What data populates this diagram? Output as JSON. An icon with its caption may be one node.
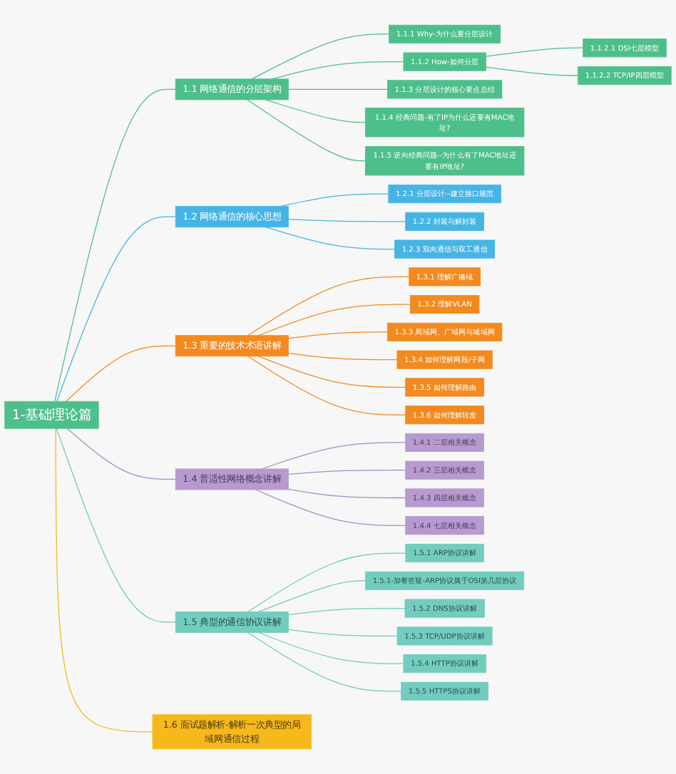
{
  "diagram": {
    "nodes": [
      {
        "text": [
          "1-基础理论篇"
        ]
      },
      {
        "text": [
          "1.1 网络通信的分层架构"
        ]
      },
      {
        "text": [
          "1.1.1 Why-为什么要分层设计"
        ]
      },
      {
        "text": [
          "1.1.2 How-如何分层"
        ]
      },
      {
        "text": [
          "1.1.2.1 OSI七层模型"
        ]
      },
      {
        "text": [
          "1.1.2.2 TCP/IP四层模型"
        ]
      },
      {
        "text": [
          "1.1.3 分层设计的核心要点总结"
        ]
      },
      {
        "text": [
          "1.1.4 经典问题-有了IP为什么还要有MAC地址?"
        ]
      },
      {
        "text": [
          "1.1.5 逆向经典问题--为什么有了MAC地址还要有IP地址?"
        ]
      },
      {
        "text": [
          "1.2 网络通信的核心思想"
        ]
      },
      {
        "text": [
          "1.2.1 分层设计--建立接口规范"
        ]
      },
      {
        "text": [
          "1.2.2 封装与解封装"
        ]
      },
      {
        "text": [
          "1.2.3 双向通信与双工通信"
        ]
      },
      {
        "text": [
          "1.3 重要的技术术语讲解"
        ]
      },
      {
        "text": [
          "1.3.1 理解广播域"
        ]
      },
      {
        "text": [
          "1.3.2 理解VLAN"
        ]
      },
      {
        "text": [
          "1.3.3 局域网、广域网与城域网"
        ]
      },
      {
        "text": [
          "1.3.4 如何理解网段/子网"
        ]
      },
      {
        "text": [
          "1.3.5 如何理解路由"
        ]
      },
      {
        "text": [
          "1.3.6 如何理解转发"
        ]
      },
      {
        "text": [
          "1.4 普适性网络概念讲解"
        ]
      },
      {
        "text": [
          "1.4.1 二层相关概念"
        ]
      },
      {
        "text": [
          "1.4.2 三层相关概念"
        ]
      },
      {
        "text": [
          "1.4.3 四层相关概念"
        ]
      },
      {
        "text": [
          "1.4.4 七层相关概念"
        ]
      },
      {
        "text": [
          "1.5 典型的通信协议讲解"
        ]
      },
      {
        "text": [
          "1.5.1 ARP协议讲解"
        ]
      },
      {
        "text": [
          "1.5.1-加餐答疑-ARP协议属于OSI第几层协议"
        ]
      },
      {
        "text": [
          "1.5.2 DNS协议讲解"
        ]
      },
      {
        "text": [
          "1.5.3 TCP/UDP协议讲解"
        ]
      },
      {
        "text": [
          "1.5.4 HTTP协议讲解"
        ]
      },
      {
        "text": [
          "1.5.5 HTTPS协议讲解"
        ]
      },
      {
        "text": [
          "1.6 面试题解析-解析一次典型的局域网通信过程"
        ]
      }
    ],
    "edges": [
      {
        "from": 0,
        "to": 1,
        "arrow": "none",
        "color": "#4dbf8b"
      },
      {
        "from": 1,
        "to": 2,
        "arrow": "none",
        "color": "#4dbf8b"
      },
      {
        "from": 1,
        "to": 3,
        "arrow": "none",
        "color": "#4dbf8b"
      },
      {
        "from": 3,
        "to": 4,
        "arrow": "none",
        "color": "#4dbf8b"
      },
      {
        "from": 3,
        "to": 5,
        "arrow": "none",
        "color": "#4dbf8b"
      },
      {
        "from": 1,
        "to": 6,
        "arrow": "none",
        "color": "#4dbf8b"
      },
      {
        "from": 1,
        "to": 7,
        "arrow": "none",
        "color": "#4dbf8b"
      },
      {
        "from": 1,
        "to": 8,
        "arrow": "none",
        "color": "#4dbf8b"
      },
      {
        "from": 0,
        "to": 9,
        "arrow": "none",
        "color": "#46b5e5"
      },
      {
        "from": 9,
        "to": 10,
        "arrow": "none",
        "color": "#46b5e5"
      },
      {
        "from": 9,
        "to": 11,
        "arrow": "none",
        "color": "#46b5e5"
      },
      {
        "from": 9,
        "to": 12,
        "arrow": "none",
        "color": "#46b5e5"
      },
      {
        "from": 0,
        "to": 13,
        "arrow": "none",
        "color": "#f28a1f"
      },
      {
        "from": 13,
        "to": 14,
        "arrow": "none",
        "color": "#f28a1f"
      },
      {
        "from": 13,
        "to": 15,
        "arrow": "none",
        "color": "#f28a1f"
      },
      {
        "from": 13,
        "to": 16,
        "arrow": "none",
        "color": "#f28a1f"
      },
      {
        "from": 13,
        "to": 17,
        "arrow": "none",
        "color": "#f28a1f"
      },
      {
        "from": 13,
        "to": 18,
        "arrow": "none",
        "color": "#f28a1f"
      },
      {
        "from": 13,
        "to": 19,
        "arrow": "none",
        "color": "#f28a1f"
      },
      {
        "from": 0,
        "to": 20,
        "arrow": "none",
        "color": "#a98bc6"
      },
      {
        "from": 20,
        "to": 21,
        "arrow": "none",
        "color": "#a98bc6"
      },
      {
        "from": 20,
        "to": 22,
        "arrow": "none",
        "color": "#a98bc6"
      },
      {
        "from": 20,
        "to": 23,
        "arrow": "none",
        "color": "#a98bc6"
      },
      {
        "from": 20,
        "to": 24,
        "arrow": "none",
        "color": "#a98bc6"
      },
      {
        "from": 0,
        "to": 25,
        "arrow": "none",
        "color": "#6fcabd"
      },
      {
        "from": 25,
        "to": 26,
        "arrow": "none",
        "color": "#6fcabd"
      },
      {
        "from": 25,
        "to": 27,
        "arrow": "none",
        "color": "#6fcabd"
      },
      {
        "from": 25,
        "to": 28,
        "arrow": "none",
        "color": "#6fcabd"
      },
      {
        "from": 25,
        "to": 29,
        "arrow": "none",
        "color": "#6fcabd"
      },
      {
        "from": 25,
        "to": 30,
        "arrow": "none",
        "color": "#6fcabd"
      },
      {
        "from": 25,
        "to": 31,
        "arrow": "none",
        "color": "#6fcabd"
      },
      {
        "from": 0,
        "to": 32,
        "arrow": "none",
        "color": "#f6b81a"
      }
    ]
  }
}
